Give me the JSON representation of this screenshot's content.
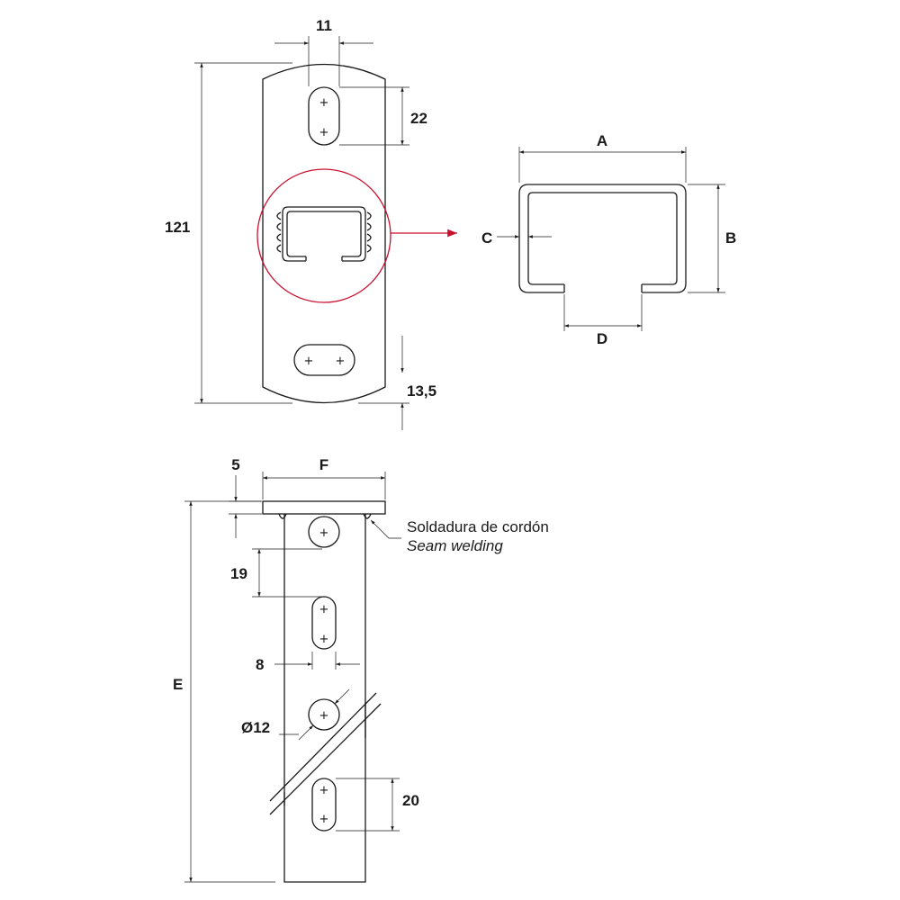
{
  "front_view": {
    "dim_slot_width": "11",
    "dim_slot_length": "22",
    "dim_total_height": "121",
    "dim_bottom_offset": "13,5"
  },
  "section_view": {
    "dim_a": "A",
    "dim_b": "B",
    "dim_c": "C",
    "dim_d": "D"
  },
  "side_view": {
    "dim_plate_thickness": "5",
    "dim_plate_width": "F",
    "dim_total_length": "E",
    "dim_hole_spacing": "19",
    "dim_slot_width": "8",
    "dim_hole_diameter": "Ø12",
    "dim_slot_length": "20",
    "weld_label_es": "Soldadura de cordón",
    "weld_label_en": "Seam welding"
  },
  "colors": {
    "line": "#1a1a1a",
    "accent_red": "#c8102e"
  }
}
